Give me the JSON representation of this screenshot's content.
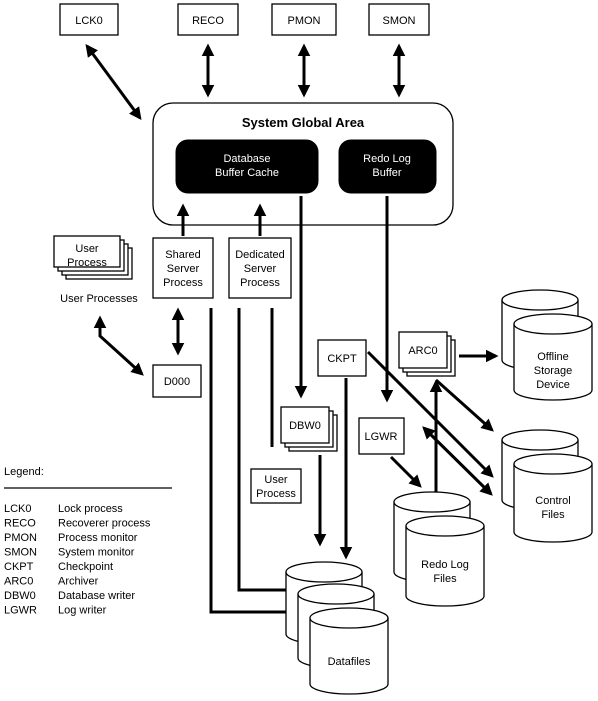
{
  "processes": {
    "lck0": "LCK0",
    "reco": "RECO",
    "pmon": "PMON",
    "smon": "SMON",
    "d000": "D000",
    "ckpt": "CKPT",
    "arc0": "ARC0",
    "dbw0": "DBW0",
    "lgwr": "LGWR"
  },
  "sga": {
    "title": "System Global Area",
    "buffer_cache": [
      "Database",
      "Buffer Cache"
    ],
    "redo_buffer": [
      "Redo Log",
      "Buffer"
    ]
  },
  "server": {
    "shared": [
      "Shared",
      "Server",
      "Process"
    ],
    "dedicated": [
      "Dedicated",
      "Server",
      "Process"
    ]
  },
  "user_process_stack": [
    "User",
    "Process"
  ],
  "user_processes_label": "User Processes",
  "user_process_single": [
    "User",
    "Process"
  ],
  "storage": {
    "offline": [
      "Offline",
      "Storage",
      "Device"
    ],
    "control": [
      "Control",
      "Files"
    ],
    "redo_files": [
      "Redo Log",
      "Files"
    ],
    "datafiles": "Datafiles"
  },
  "legend": {
    "title": "Legend:",
    "items": [
      {
        "code": "LCK0",
        "desc": "Lock process"
      },
      {
        "code": "RECO",
        "desc": "Recoverer process"
      },
      {
        "code": "PMON",
        "desc": "Process monitor"
      },
      {
        "code": "SMON",
        "desc": "System monitor"
      },
      {
        "code": "CKPT",
        "desc": "Checkpoint"
      },
      {
        "code": "ARC0",
        "desc": "Archiver"
      },
      {
        "code": "DBW0",
        "desc": "Database writer"
      },
      {
        "code": "LGWR",
        "desc": "Log writer"
      }
    ]
  }
}
